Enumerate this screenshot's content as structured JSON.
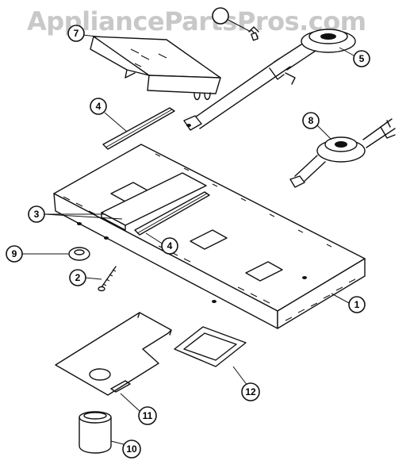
{
  "watermark": "AppliancePartsPros.com",
  "callouts": {
    "c1": "1",
    "c2": "2",
    "c3": "3",
    "c4a": "4",
    "c4b": "4",
    "c5": "5",
    "c7": "7",
    "c8": "8",
    "c9": "9",
    "c10": "10",
    "c11": "11",
    "c12": "12"
  }
}
